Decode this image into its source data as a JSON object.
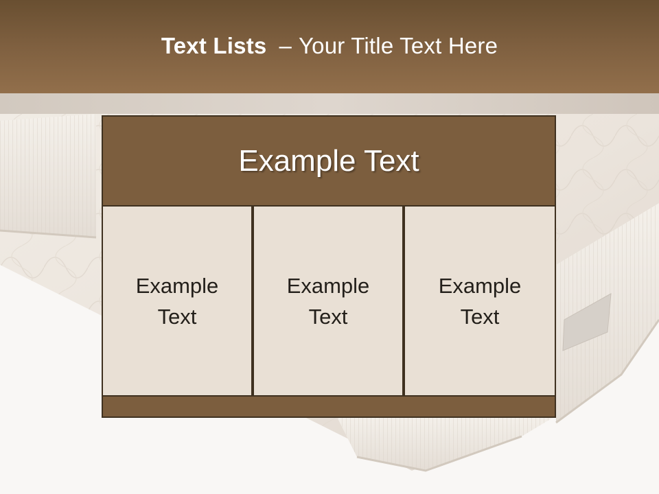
{
  "slide": {
    "title_bold": "Text Lists",
    "title_dash": "–",
    "title_rest": "Your Title Text Here",
    "header_box": "Example Text",
    "cells": [
      {
        "line1": "Example",
        "line2": "Text"
      },
      {
        "line1": "Example",
        "line2": "Text"
      },
      {
        "line1": "Example",
        "line2": "Text"
      }
    ]
  },
  "colors": {
    "header_brown": "#7f6040",
    "box_brown": "#7c5e3e",
    "cell_beige": "#e9e0d5",
    "border_dark": "#3f3120"
  },
  "icons": [
    "mattress-background-image"
  ]
}
